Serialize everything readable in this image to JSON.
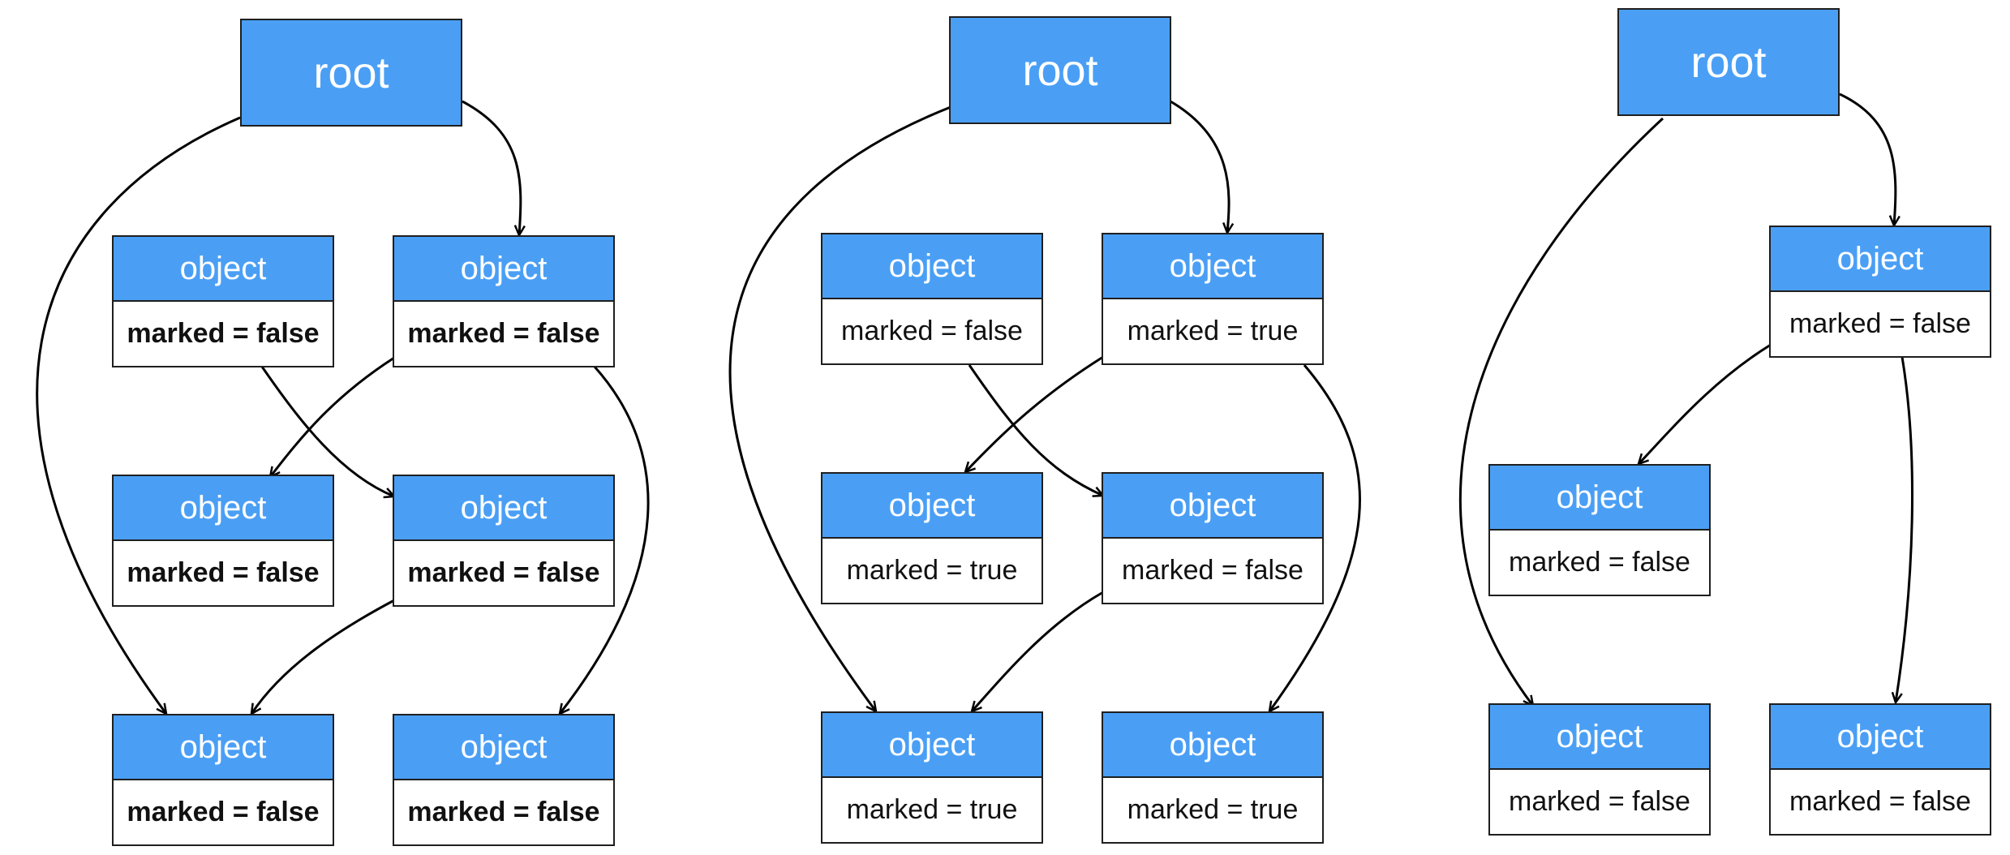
{
  "colors": {
    "node_fill": "#4a9ff5",
    "border": "#1f1f1f",
    "edge": "#000000"
  },
  "diagrams": [
    {
      "root": "root",
      "nodes": [
        {
          "title": "object",
          "state": "marked = false"
        },
        {
          "title": "object",
          "state": "marked = false"
        },
        {
          "title": "object",
          "state": "marked = false"
        },
        {
          "title": "object",
          "state": "marked = false"
        },
        {
          "title": "object",
          "state": "marked = false"
        },
        {
          "title": "object",
          "state": "marked = false"
        }
      ]
    },
    {
      "root": "root",
      "nodes": [
        {
          "title": "object",
          "state": "marked = false"
        },
        {
          "title": "object",
          "state": "marked = true"
        },
        {
          "title": "object",
          "state": "marked = true"
        },
        {
          "title": "object",
          "state": "marked = false"
        },
        {
          "title": "object",
          "state": "marked = true"
        },
        {
          "title": "object",
          "state": "marked = true"
        }
      ]
    },
    {
      "root": "root",
      "nodes": [
        {
          "title": "object",
          "state": "marked = false"
        },
        {
          "title": "object",
          "state": "marked = false"
        },
        {
          "title": "object",
          "state": "marked = false"
        },
        {
          "title": "object",
          "state": "marked = false"
        }
      ]
    }
  ]
}
